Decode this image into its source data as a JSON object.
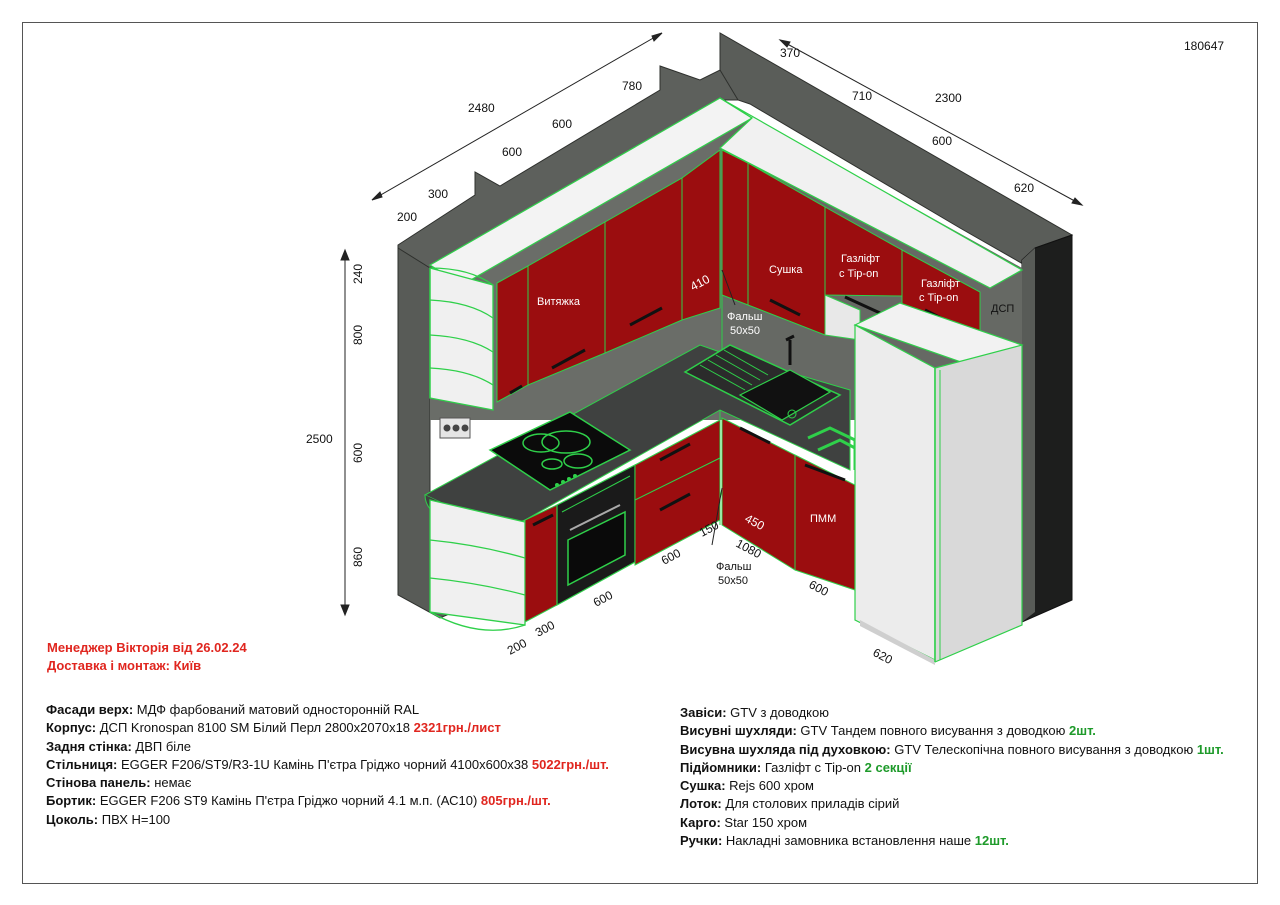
{
  "order_number": "180647",
  "manager_line": "Менеджер Вікторія від 26.02.24",
  "delivery_line": "Доставка і монтаж: Київ",
  "dimensions": {
    "top_left_total": "2480",
    "top_left_780": "780",
    "top_left_600a": "600",
    "top_left_600b": "600",
    "top_left_300": "300",
    "top_left_200": "200",
    "top_right_370": "370",
    "top_right_710": "710",
    "top_right_total": "2300",
    "top_right_600": "600",
    "top_right_620": "620",
    "height_total": "2500",
    "height_240": "240",
    "height_800": "800",
    "height_600": "600",
    "height_860": "860",
    "upper_410": "410",
    "base_450": "450",
    "base_150": "150",
    "base_1080": "1080",
    "bottom_600a": "600",
    "bottom_600b": "600",
    "bottom_300": "300",
    "bottom_200": "200",
    "bottom_right_600": "600",
    "bottom_right_620": "620"
  },
  "labels": {
    "hood": "Витяжка",
    "dryer": "Сушка",
    "gaslift1_line1": "Газліфт",
    "gaslift1_line2": "с Tip-on",
    "gaslift2_line1": "Газліфт",
    "gaslift2_line2": "с Tip-on",
    "chipboard": "ДСП",
    "falsh_upper_line1": "Фальш",
    "falsh_upper_line2": "50x50",
    "falsh_lower_line1": "Фальш",
    "falsh_lower_line2": "50x50",
    "dishwasher": "ПММ"
  },
  "specs_left": [
    {
      "label": "Фасади верх:",
      "text": "МДФ фарбований матовий односторонній RAL",
      "highlight": ""
    },
    {
      "label": "Корпус:",
      "text": "ДСП Kronospan 8100 SM Білий Перл 2800x2070x18",
      "highlight": "2321грн./лист"
    },
    {
      "label": "Задня стінка:",
      "text": "ДВП біле",
      "highlight": ""
    },
    {
      "label": "Стільниця:",
      "text": "EGGER F206/ST9/R3-1U Камінь П'єтра Гріджо чорний 4100x600x38",
      "highlight": "5022грн./шт."
    },
    {
      "label": "Стінова панель:",
      "text": "немає",
      "highlight": ""
    },
    {
      "label": "Бортик:",
      "text": "EGGER F206 ST9 Камінь П'єтра Гріджо чорний 4.1 м.п. (АС10)",
      "highlight": "805грн./шт."
    },
    {
      "label": "Цоколь:",
      "text": "ПВХ Н=100",
      "highlight": ""
    }
  ],
  "specs_right": [
    {
      "label": "Завіси:",
      "text": "GTV з доводкою",
      "highlight": ""
    },
    {
      "label": "Висувні шухляди:",
      "text": "GTV Тандем повного висування з доводкою",
      "highlight": "2шт."
    },
    {
      "label": "Висувна шухляда під духовкою:",
      "text": "GTV Телескопічна повного висування з доводкою",
      "highlight": "1шт."
    },
    {
      "label": "Підйомники:",
      "text": "Газліфт с Tip-on",
      "highlight": "2 секції"
    },
    {
      "label": "Сушка:",
      "text": "Rejs 600 хром",
      "highlight": ""
    },
    {
      "label": "Лоток:",
      "text": "Для столових приладів сірий",
      "highlight": ""
    },
    {
      "label": "Карго:",
      "text": "Star 150 хром",
      "highlight": ""
    },
    {
      "label": "Ручки:",
      "text": "Накладні замовника встановлення наше",
      "highlight": "12шт."
    }
  ],
  "colors": {
    "facade_red": "#9b0d0f",
    "wall_grey": "#5a5d59",
    "edge_green": "#2fd04a",
    "countertop": "#3f4140",
    "price_red": "#e0261f",
    "qty_green": "#1e9a2a"
  }
}
